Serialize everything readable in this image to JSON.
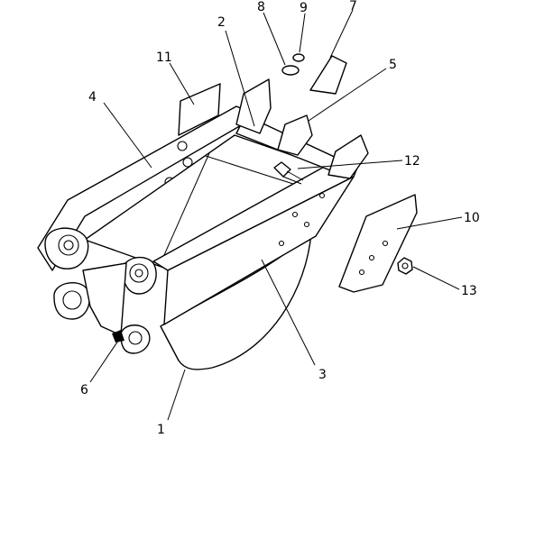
{
  "callouts": [
    {
      "key": "1",
      "text": "1"
    },
    {
      "key": "2",
      "text": "2"
    },
    {
      "key": "3",
      "text": "3"
    },
    {
      "key": "4",
      "text": "4"
    },
    {
      "key": "5",
      "text": "5"
    },
    {
      "key": "6",
      "text": "6"
    },
    {
      "key": "7",
      "text": "7"
    },
    {
      "key": "8",
      "text": "8"
    },
    {
      "key": "9",
      "text": "9"
    },
    {
      "key": "10",
      "text": "10"
    },
    {
      "key": "11",
      "text": "11"
    },
    {
      "key": "12",
      "text": "12"
    },
    {
      "key": "13",
      "text": "13"
    }
  ]
}
